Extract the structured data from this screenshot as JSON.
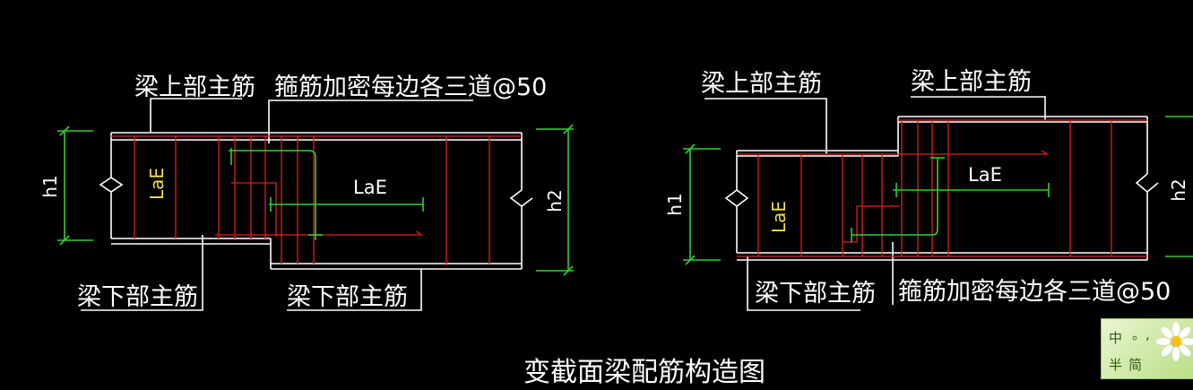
{
  "drawing": {
    "title": "变截面梁配筋构造图",
    "left_detail": {
      "top_bar_label": "梁上部主筋",
      "stirrup_label": "箍筋加密每边各三道@50",
      "bottom_bar_label_1": "梁下部主筋",
      "bottom_bar_label_2": "梁下部主筋",
      "dim_h1": "h1",
      "dim_h2": "h2",
      "anchor_vertical": "LaE",
      "anchor_horizontal": "LaE"
    },
    "right_detail": {
      "top_bar_label_1": "梁上部主筋",
      "top_bar_label_2": "梁上部主筋",
      "bottom_bar_label": "梁下部主筋",
      "stirrup_label": "箍筋加密每边各三道@50",
      "dim_h1": "h1",
      "dim_h2": "h2",
      "anchor_vertical": "LaE",
      "anchor_horizontal": "LaE"
    }
  },
  "ime": {
    "char_1": "中",
    "char_2": "。,",
    "char_3": "半",
    "char_4": "简"
  },
  "colors": {
    "background": "#000000",
    "line": "#ffffff",
    "stirrup": "#e0201c",
    "rebar": "#2ed12e",
    "label_yellow": "#f2e04a"
  }
}
